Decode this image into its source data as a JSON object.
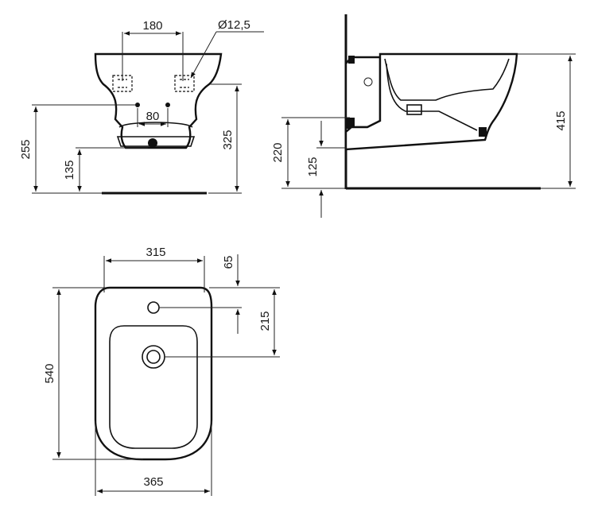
{
  "drawing": {
    "dimensions": {
      "front_hole_spacing": "180",
      "hole_diameter": "Ø12,5",
      "bolt_spacing": "80",
      "front_bolt_height": "255",
      "front_outlet_height": "135",
      "front_total_height": "325",
      "side_support_height": "220",
      "side_outlet_height": "125",
      "side_total_height": "415",
      "top_width_upper": "315",
      "top_tap_hole_offset": "65",
      "top_waste_offset": "215",
      "top_length": "540",
      "top_width_lower": "365"
    }
  }
}
